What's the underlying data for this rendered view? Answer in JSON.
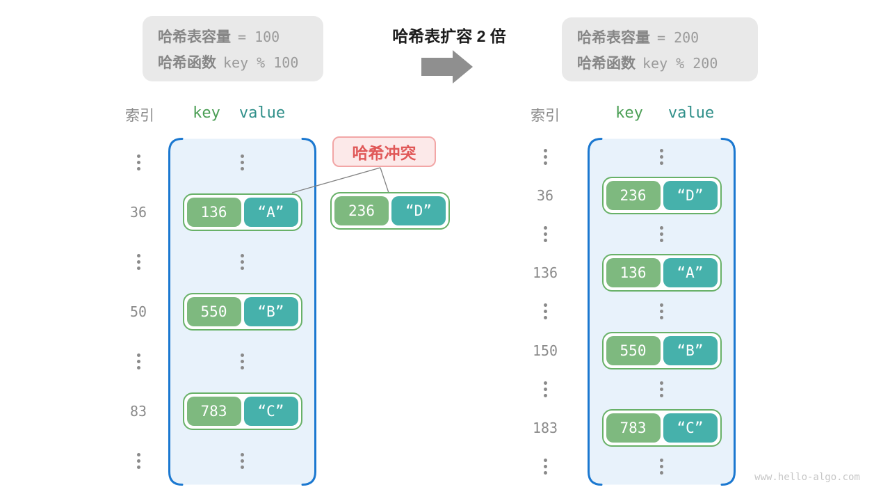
{
  "title": "哈希表扩容 2 倍",
  "notes": {
    "before": {
      "line1_label": "哈希表容量",
      "line1_value": "= 100",
      "line2_label": "哈希函数",
      "line2_value": "key % 100"
    },
    "after": {
      "line1_label": "哈希表容量",
      "line1_value": "= 200",
      "line2_label": "哈希函数",
      "line2_value": "key % 200"
    }
  },
  "collision_label": "哈希冲突",
  "floating_pair": {
    "key": "236",
    "value": "“D”"
  },
  "left_table": {
    "headers": {
      "index": "索引",
      "key": "key",
      "value": "value"
    },
    "rows": [
      {
        "type": "dots"
      },
      {
        "type": "pair",
        "index": "36",
        "key": "136",
        "value": "“A”"
      },
      {
        "type": "dots"
      },
      {
        "type": "pair",
        "index": "50",
        "key": "550",
        "value": "“B”"
      },
      {
        "type": "dots"
      },
      {
        "type": "pair",
        "index": "83",
        "key": "783",
        "value": "“C”"
      },
      {
        "type": "dots"
      }
    ]
  },
  "right_table": {
    "headers": {
      "index": "索引",
      "key": "key",
      "value": "value"
    },
    "rows": [
      {
        "type": "dots"
      },
      {
        "type": "pair",
        "index": "36",
        "key": "236",
        "value": "“D”"
      },
      {
        "type": "dots"
      },
      {
        "type": "pair",
        "index": "136",
        "key": "136",
        "value": "“A”"
      },
      {
        "type": "dots"
      },
      {
        "type": "pair",
        "index": "150",
        "key": "550",
        "value": "“B”"
      },
      {
        "type": "dots"
      },
      {
        "type": "pair",
        "index": "183",
        "key": "783",
        "value": "“C”"
      },
      {
        "type": "dots"
      }
    ]
  },
  "watermark": "www.hello-algo.com",
  "colors": {
    "key_green": "#7eb97f",
    "value_teal": "#46b1ab",
    "container_border": "#1b78d0",
    "collision_text": "#e05858",
    "arrow_gray": "#8f8f8f"
  }
}
